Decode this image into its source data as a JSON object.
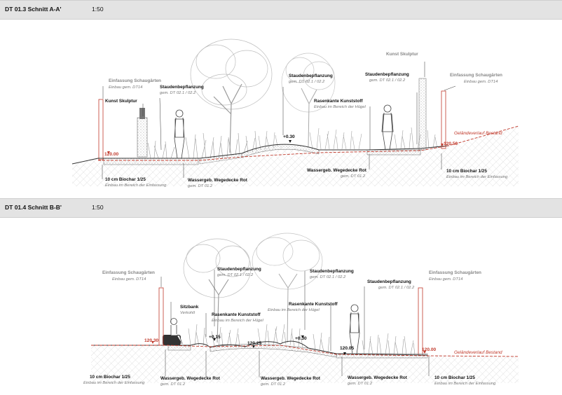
{
  "sections": [
    {
      "code": "DT 01.3  Schnitt A-A'",
      "scale": "1:50",
      "labels": {
        "einfassung_title": "Einfassung Schaugärten",
        "einfassung_sub": "Einbau gem. DT14",
        "kunst_left": "Kunst Skulptur",
        "stauden_left_title": "Staudenbepflanzung",
        "stauden_left_sub": "gem. DT 02.1 / 02.2",
        "stauden_mid_title": "Staudenbepflanzung",
        "stauden_mid_sub": "gem. DT 02.1 / 02.2",
        "rasenkante_title": "Rasenkante Kunststoff",
        "rasenkante_sub": "Einbau im Bereich der Hügel",
        "kunst_right": "Kunst Skulptur",
        "stauden_right_title": "Staudenbepflanzung",
        "stauden_right_sub": "gem. DT 02.1 / 02.2",
        "einfassung_r_title": "Einfassung Schaugärten",
        "einfassung_r_sub": "Einbau gem. DT14",
        "gelaende": "Geländeverlauf Bestand",
        "biochar_l_title": "10 cm Biochar 1/25",
        "biochar_l_sub": "Einbau im Bereich der Einfassung",
        "weg_l_title": "Wassergeb. Wegedecke Rot",
        "weg_l_sub": "gem. DT 01.2",
        "weg_r_title": "Wassergeb. Wegedecke Rot",
        "weg_r_sub": "gem. DT 01.2",
        "biochar_r_title": "10 cm Biochar 1/25",
        "biochar_r_sub": "Einbau im Bereich der Einfassung"
      },
      "elevations": {
        "left": "120.00",
        "hill": "+0.30",
        "right": "120.50"
      }
    },
    {
      "code": "DT 01.4  Schnitt B-B'",
      "scale": "1:50",
      "labels": {
        "einfassung_title": "Einfassung Schaugärten",
        "einfassung_sub": "Einbau gem. DT14",
        "sitzbank_title": "Sitzbank",
        "sitzbank_sub": "Verkohlt",
        "stauden_left_title": "Staudenbepflanzung",
        "stauden_left_sub": "gem. DT 02.1 / 02.2",
        "rasenkante_l_title": "Rasenkante Kunststoff",
        "rasenkante_l_sub": "Einbau im Bereich der Hügel",
        "stauden_mid_title": "Staudenbepflanzung",
        "stauden_mid_sub": "gem. DT 02.1 / 02.2",
        "rasenkante_r_title": "Rasenkante Kunststoff",
        "rasenkante_r_sub": "Einbau im Bereich der Hügel",
        "stauden_right_title": "Staudenbepflanzung",
        "stauden_right_sub": "gem. DT 02.1 / 02.2",
        "einfassung_r_title": "Einfassung Schaugärten",
        "einfassung_r_sub": "Einbau gem. DT14",
        "gelaende": "Geländeverlauf Bestand",
        "biochar_l_title": "10 cm Biochar 1/25",
        "biochar_l_sub": "Einbau im Bereich der Einfassung",
        "weg1_title": "Wassergeb. Wegedecke Rot",
        "weg1_sub": "gem. DT 01.2",
        "weg2_title": "Wassergeb. Wegedecke Rot",
        "weg2_sub": "gem. DT 01.2",
        "weg3_title": "Wassergeb. Wegedecke Rot",
        "weg3_sub": "gem. DT 01.2",
        "biochar_r_title": "10 cm Biochar 1/25",
        "biochar_r_sub": "Einbau im Bereich der Einfassung"
      },
      "elevations": {
        "left": "120.30",
        "plus015": "+0.15",
        "mid": "120.25",
        "plus030": "+0.30",
        "midright": "120.05",
        "right": "120.00"
      }
    }
  ],
  "colors": {
    "accent_red": "#c0392b",
    "bar_bg": "#e3e3e3",
    "ground_hatch": "#bdbdbd"
  }
}
